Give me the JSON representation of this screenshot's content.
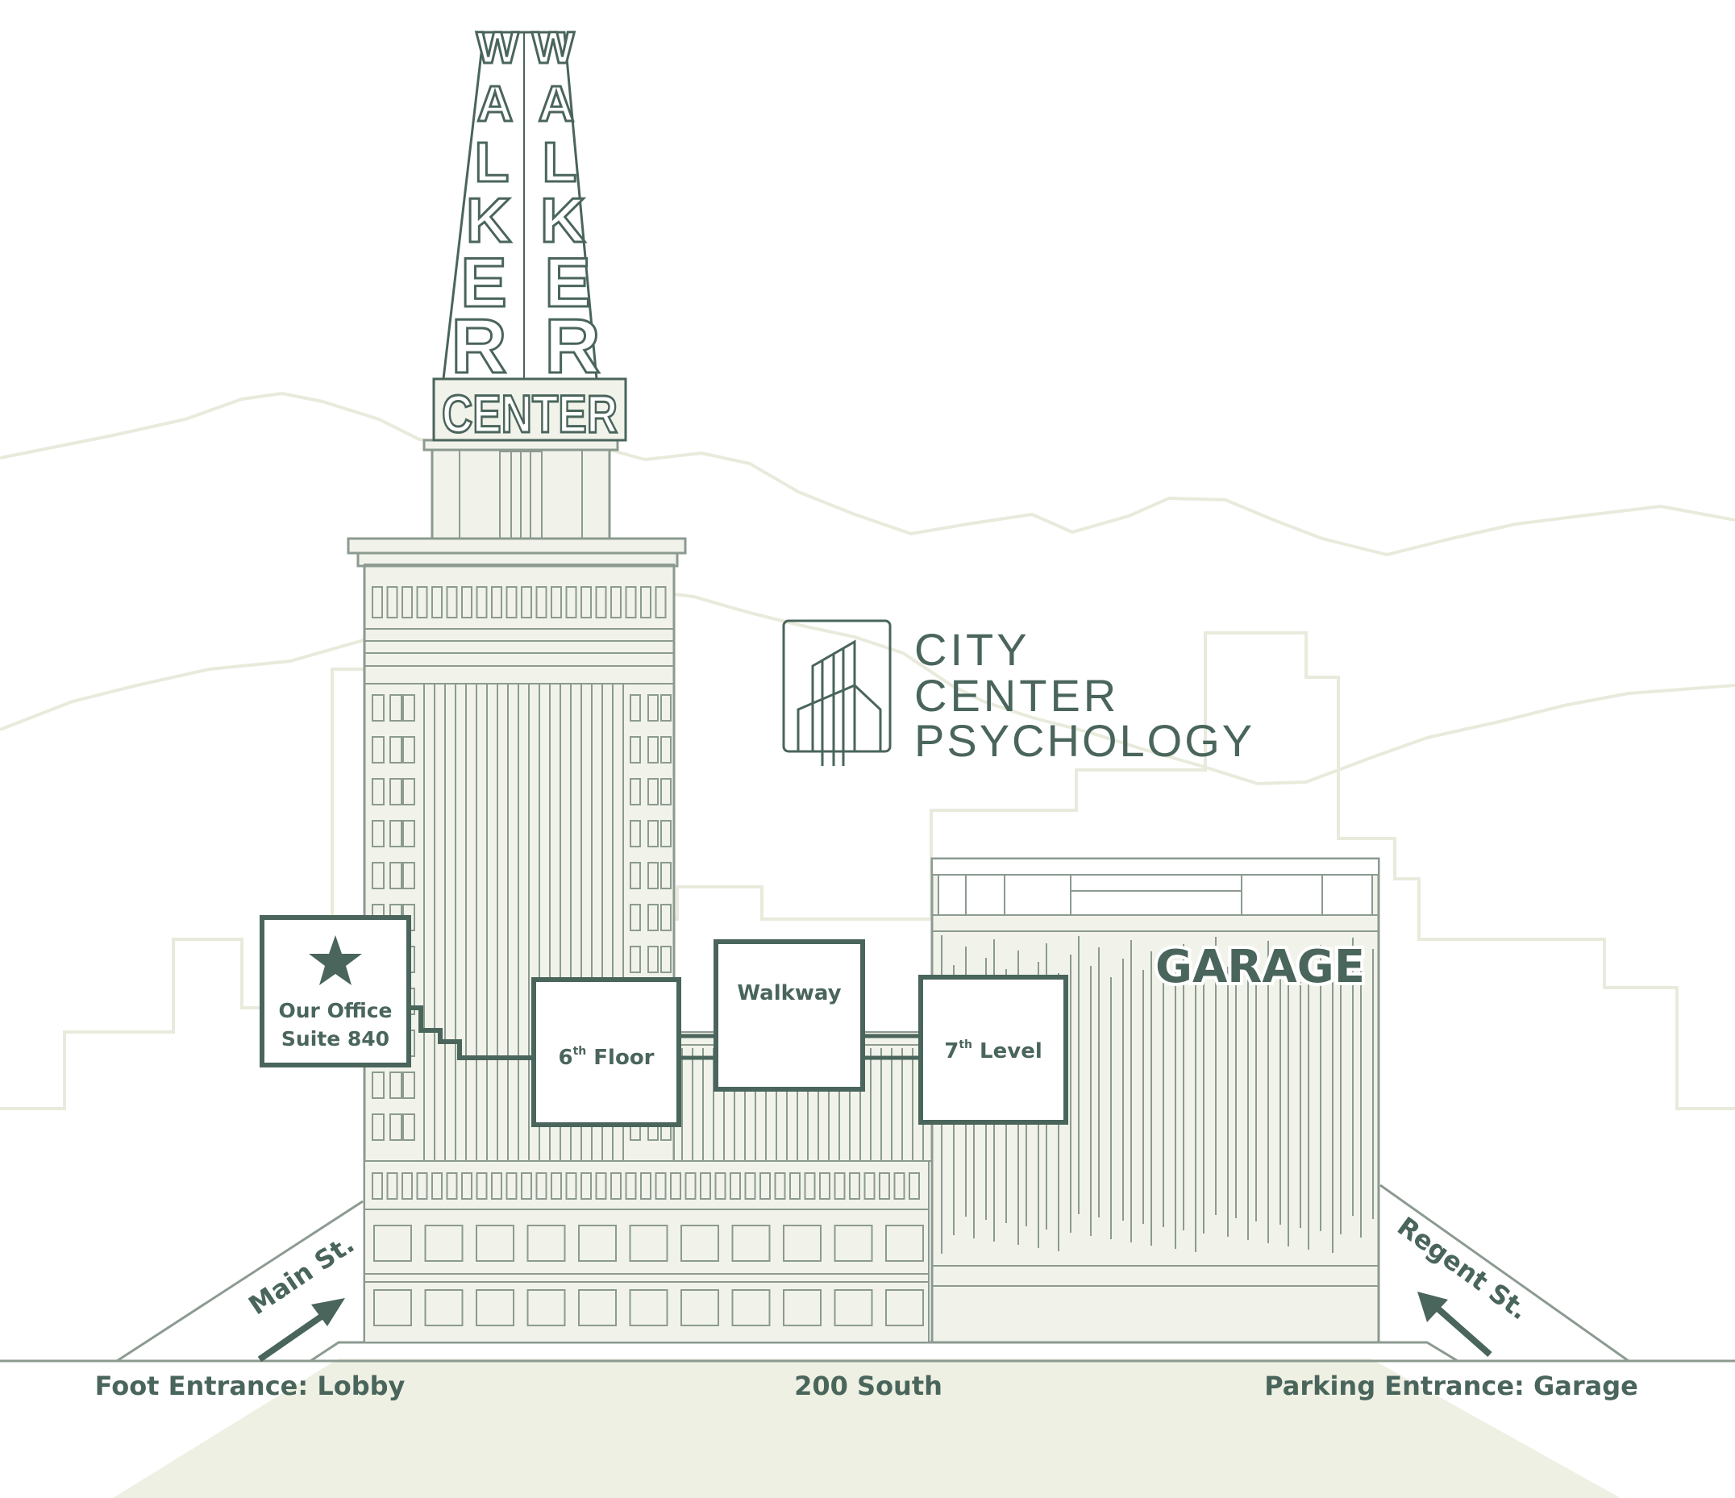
{
  "colors": {
    "accent": "#4a655b",
    "line": "#8c9a90",
    "fill": "#f1f3ea",
    "ground": "#eef0e3",
    "background_lines": "#e8ebdc",
    "page": "#ffffff"
  },
  "tower": {
    "sign_left": [
      "W",
      "A",
      "L",
      "K",
      "E",
      "R"
    ],
    "sign_right": [
      "W",
      "A",
      "L",
      "K",
      "E",
      "R"
    ],
    "sign_base": "CENTER"
  },
  "logo": {
    "icon": "city-buildings-logo-icon",
    "line1": "CITY",
    "line2": "CENTER",
    "line3": "PSYCHOLOGY"
  },
  "office": {
    "icon": "star-icon",
    "line1": "Our Office",
    "line2": "Suite 840"
  },
  "route": {
    "floor_prefix": "6",
    "floor_sup": "th",
    "floor_suffix": " Floor",
    "walkway": "Walkway",
    "level_prefix": "7",
    "level_sup": "th",
    "level_suffix": " Level"
  },
  "garage": {
    "label": "GARAGE"
  },
  "streets": {
    "left": "Main St.",
    "right": "Regent St.",
    "bottom": "200 South"
  },
  "entrances": {
    "foot": "Foot Entrance: Lobby",
    "parking": "Parking Entrance: Garage"
  }
}
